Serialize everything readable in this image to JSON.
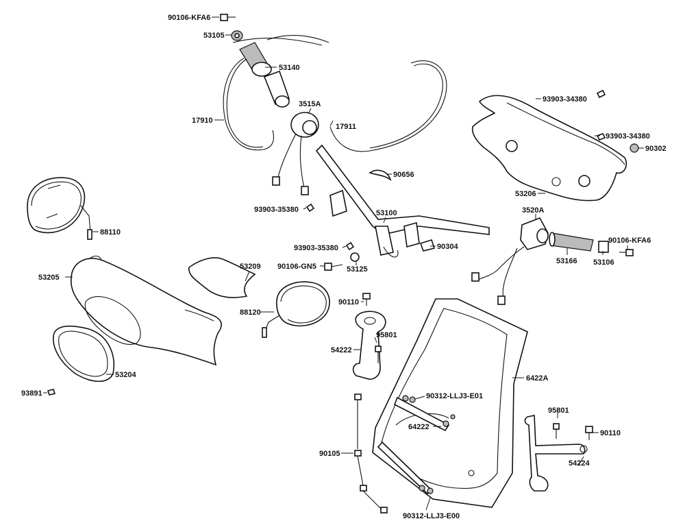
{
  "labels": {
    "l_90106_kfa6_top": "90106-KFA6",
    "l_53105": "53105",
    "l_53140": "53140",
    "l_17910": "17910",
    "l_3515a": "3515A",
    "l_17911": "17911",
    "l_90656": "90656",
    "l_93903_35380_a": "93903-35380",
    "l_53100": "53100",
    "l_93903_35380_b": "93903-35380",
    "l_90304": "90304",
    "l_90106_gn5": "90106-GN5",
    "l_53125": "53125",
    "l_88110": "88110",
    "l_53209": "53209",
    "l_53205": "53205",
    "l_88120": "88120",
    "l_90110_mid": "90110",
    "l_95801_mid": "95801",
    "l_54222": "54222",
    "l_53204": "53204",
    "l_93891": "93891",
    "l_93903_34380_a": "93903-34380",
    "l_93903_34380_b": "93903-34380",
    "l_90302": "90302",
    "l_53206": "53206",
    "l_3520a": "3520A",
    "l_90106_kfa6_right": "90106-KFA6",
    "l_53166": "53166",
    "l_53106": "53106",
    "l_6422a": "6422A",
    "l_90312_llj3_e01": "90312-LLJ3-E01",
    "l_64222": "64222",
    "l_90105": "90105",
    "l_90312_llj3_e00": "90312-LLJ3-E00",
    "l_95801_right": "95801",
    "l_90110_right": "90110",
    "l_54224": "54224"
  }
}
